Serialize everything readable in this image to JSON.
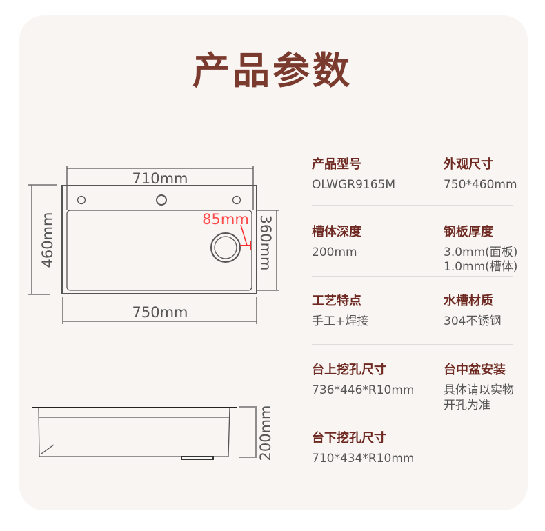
{
  "title": "产品参数",
  "drawing": {
    "width_inner": "710mm",
    "width_outer": "750mm",
    "depth_outer": "460mm",
    "depth_inner": "360mm",
    "drain_offset": "85mm",
    "height": "200mm"
  },
  "specs": [
    {
      "label": "产品型号",
      "value": "OLWGR9165M"
    },
    {
      "label": "外观尺寸",
      "value": "750*460mm"
    },
    {
      "label": "槽体深度",
      "value": "200mm"
    },
    {
      "label": "钢板厚度",
      "value": "3.0mm(面板)",
      "value2": "1.0mm(槽体)"
    },
    {
      "label": "工艺特点",
      "value": "手工+焊接"
    },
    {
      "label": "水槽材质",
      "value": "304不锈钢"
    },
    {
      "label": "台上挖孔尺寸",
      "value": "736*446*R10mm"
    },
    {
      "label": "台中盆安装",
      "value": "具体请以实物",
      "value2": "开孔为准"
    },
    {
      "label": "台下挖孔尺寸",
      "value": "710*434*R10mm"
    }
  ],
  "colors": {
    "title": "#7a3a2e",
    "accent_red": "#ff3b3b"
  }
}
